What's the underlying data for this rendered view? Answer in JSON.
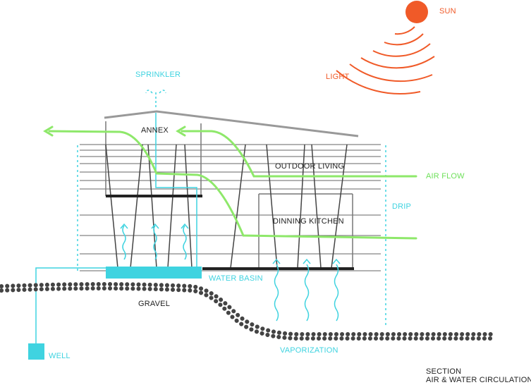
{
  "labels": {
    "sun": "SUN",
    "light": "LIGHT",
    "sprinkler": "SPRINKLER",
    "annex": "ANNEX",
    "outdoor_living": "OUTDOOR LIVING",
    "air_flow": "AIR FLOW",
    "drip": "DRIP",
    "dinning_kitchen": "DINNING KITCHEN",
    "water_basin": "WATER BASIN",
    "gravel": "GRAVEL",
    "vaporization": "VAPORIZATION",
    "well": "WELL",
    "section_line1": "SECTION",
    "section_line2": "AIR & WATER CIRCULATION"
  },
  "colors": {
    "water": "#3fd3e0",
    "air": "#8ee86a",
    "sun": "#f05a28",
    "structure": "#999999",
    "ground": "#444444",
    "text": "#222222"
  }
}
